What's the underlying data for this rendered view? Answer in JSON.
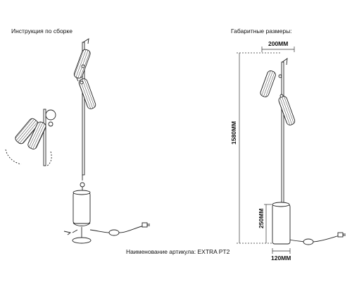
{
  "labels": {
    "assembly_title": "Инструкция по сборке",
    "dimensions_title": "Габаритные размеры:",
    "article_name": "Наименование артикула: EXTRA PT2"
  },
  "dimensions": {
    "width_top": "200ММ",
    "total_height": "1580ММ",
    "base_height": "250ММ",
    "base_width": "120ММ"
  },
  "colors": {
    "line": "#222222",
    "dim_line": "#333333"
  },
  "icons": [
    "lamp-drawing-assembly",
    "lamp-drawing-dimensions",
    "spotlight-icon",
    "screw-icon",
    "power-plug-icon",
    "rotation-arrow-icon"
  ]
}
